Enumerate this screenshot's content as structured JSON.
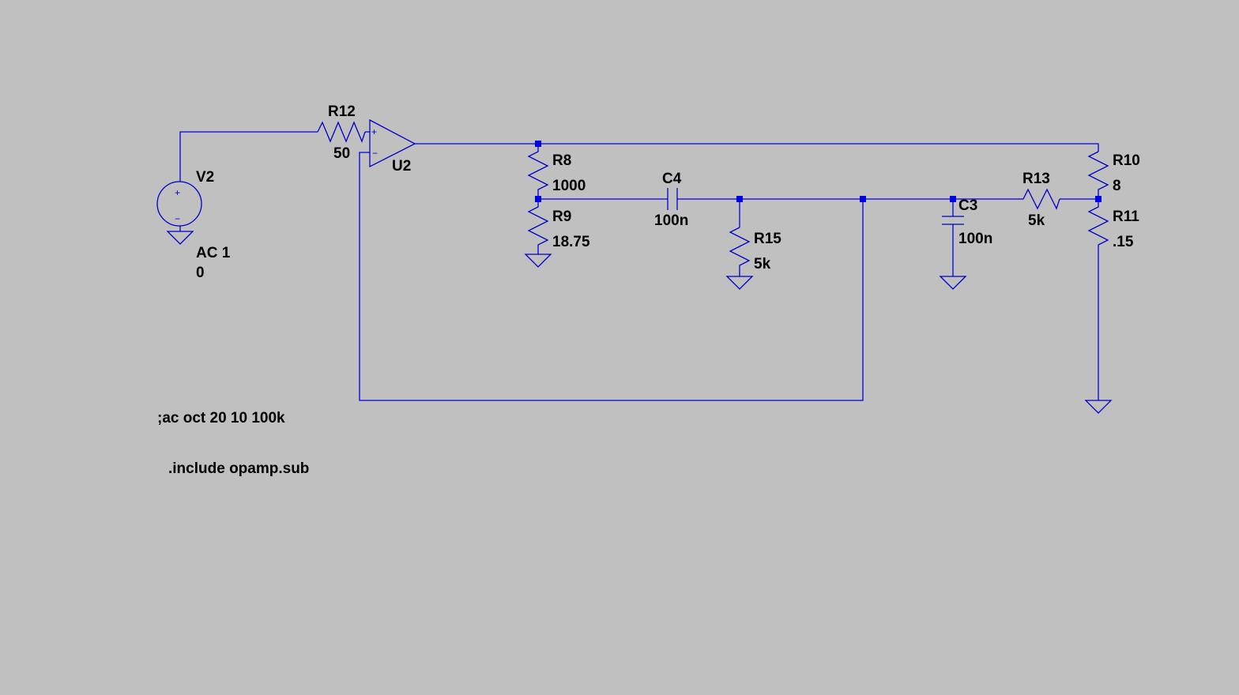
{
  "colors": {
    "background": "#c0c0c0",
    "wire": "#0000e0",
    "junction": "#0000e6",
    "text": "#000000"
  },
  "components": {
    "V2": {
      "name": "V2",
      "value": "AC 1",
      "value2": "0"
    },
    "R12": {
      "name": "R12",
      "value": "50"
    },
    "U2": {
      "name": "U2"
    },
    "R8": {
      "name": "R8",
      "value": "1000"
    },
    "R9": {
      "name": "R9",
      "value": "18.75"
    },
    "C4": {
      "name": "C4",
      "value": "100n"
    },
    "R15": {
      "name": "R15",
      "value": "5k"
    },
    "C3": {
      "name": "C3",
      "value": "100n"
    },
    "R13": {
      "name": "R13",
      "value": "5k"
    },
    "R10": {
      "name": "R10",
      "value": "8"
    },
    "R11": {
      "name": "R11",
      "value": ".15"
    }
  },
  "directives": {
    "ac": ";ac oct 20 10 100k",
    "include": ".include opamp.sub"
  },
  "opamp_pins": {
    "plus": "+",
    "minus": "−"
  },
  "source_pins": {
    "plus": "+",
    "minus": "−"
  }
}
